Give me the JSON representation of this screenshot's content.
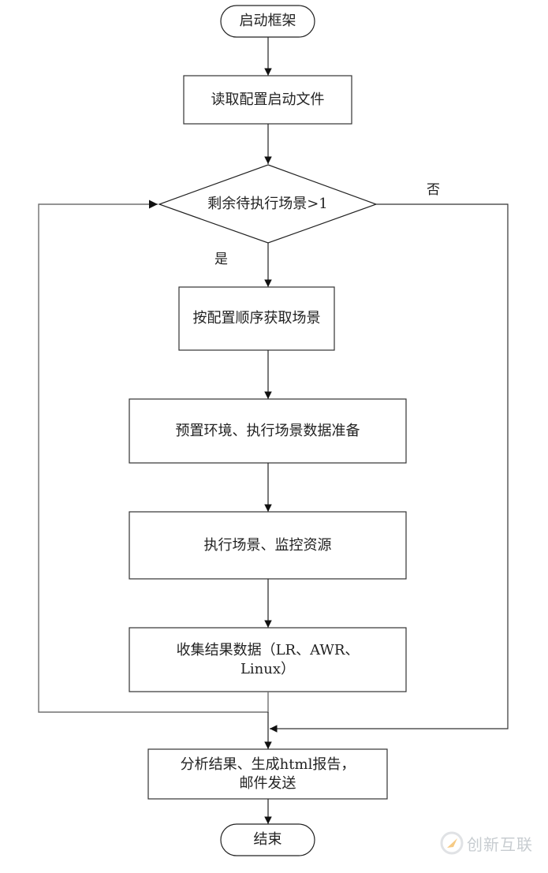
{
  "flowchart": {
    "start": "启动框架",
    "read_config": "读取配置启动文件",
    "decision": "剩余待执行场景>1",
    "yes_label": "是",
    "no_label": "否",
    "get_scene": "按配置顺序获取场景",
    "prepare": "预置环境、执行场景数据准备",
    "execute": "执行场景、监控资源",
    "collect_line1": "收集结果数据（LR、AWR、",
    "collect_line2": "Linux）",
    "report_line1": "分析结果、生成html报告，",
    "report_line2": "邮件发送",
    "end": "结束"
  },
  "watermark": {
    "text": "创新互联",
    "logo_color": "#f0a020"
  },
  "colors": {
    "stroke": "#1a1a1a",
    "loop_line": "#707070"
  }
}
